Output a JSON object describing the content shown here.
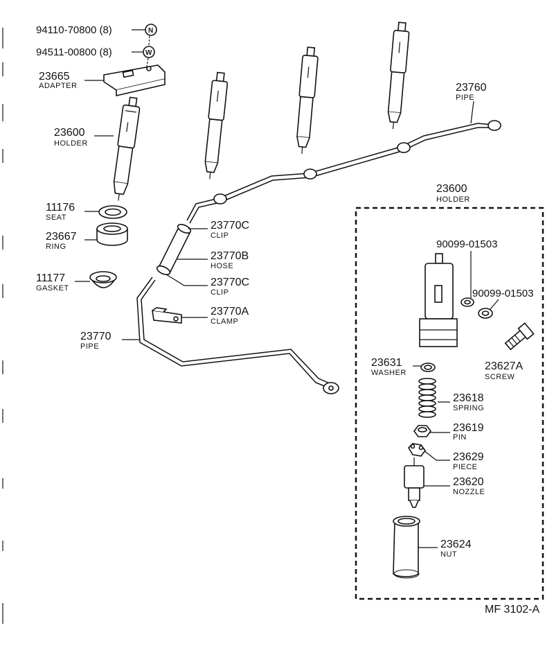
{
  "labels": {
    "nut_94110": {
      "number": "94110-70800 (8)",
      "symbol": "N"
    },
    "washer_94511": {
      "number": "94511-00800 (8)",
      "symbol": "W"
    },
    "adapter": {
      "number": "23665",
      "name": "ADAPTER"
    },
    "holder_left": {
      "number": "23600",
      "name": "HOLDER"
    },
    "seat": {
      "number": "11176",
      "name": "SEAT"
    },
    "ring": {
      "number": "23667",
      "name": "RING"
    },
    "gasket": {
      "number": "11177",
      "name": "GASKET"
    },
    "pipe_top": {
      "number": "23760",
      "name": "PIPE"
    },
    "clip_upper": {
      "number": "23770C",
      "name": "CLIP"
    },
    "hose": {
      "number": "23770B",
      "name": "HOSE"
    },
    "clip_lower": {
      "number": "23770C",
      "name": "CLIP"
    },
    "clamp": {
      "number": "23770A",
      "name": "CLAMP"
    },
    "pipe_bottom": {
      "number": "23770",
      "name": "PIPE"
    },
    "holder_box": {
      "number": "23600",
      "name": "HOLDER"
    },
    "gasket_90099_a": {
      "number": "90099-01503"
    },
    "gasket_90099_b": {
      "number": "90099-01503"
    },
    "washer": {
      "number": "23631",
      "name": "WASHER"
    },
    "screw": {
      "number": "23627A",
      "name": "SCREW"
    },
    "spring": {
      "number": "23618",
      "name": "SPRING"
    },
    "pin": {
      "number": "23619",
      "name": "PIN"
    },
    "piece": {
      "number": "23629",
      "name": "PIECE"
    },
    "nozzle": {
      "number": "23620",
      "name": "NOZZLE"
    },
    "nut": {
      "number": "23624",
      "name": "NUT"
    }
  },
  "figure_code": "MF 3102-A"
}
